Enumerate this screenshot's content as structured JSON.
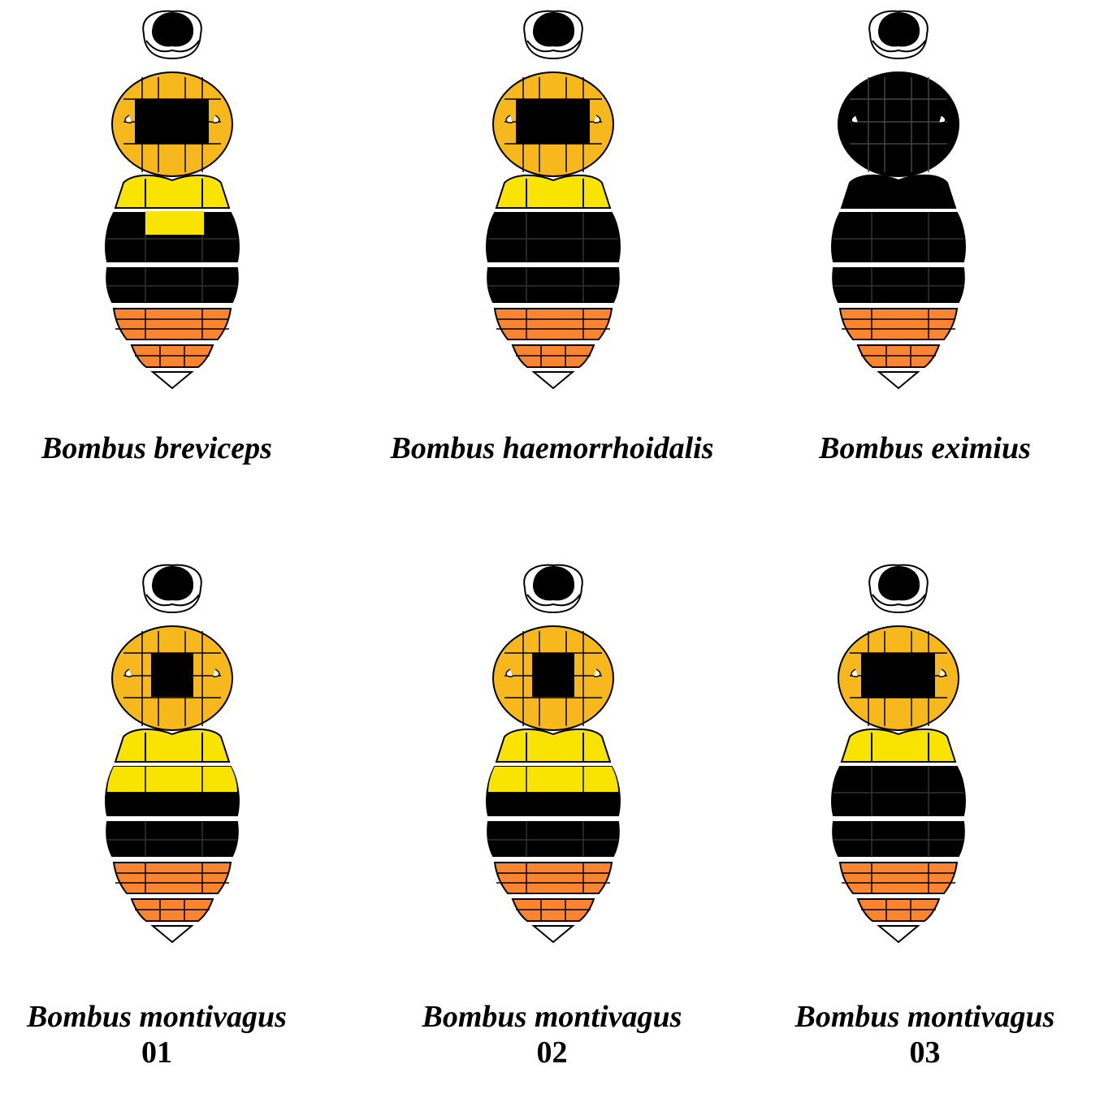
{
  "colors": {
    "yellow": "#F9E300",
    "golden": "#F6B81C",
    "orange": "#F98530",
    "black": "#000000",
    "white": "#FFFFFF"
  },
  "bees": [
    {
      "name": "Bombus breviceps",
      "number": "",
      "thorax": "golden",
      "scutum_patch": "wide",
      "thorax_dark": false,
      "t1": "yellow",
      "t2": [
        "black",
        "black"
      ],
      "t2_patch": true,
      "t3": [
        "black",
        "black"
      ],
      "t4": "orange",
      "t5": "orange",
      "tip": "white"
    },
    {
      "name": "Bombus haemorrhoidalis",
      "number": "",
      "thorax": "golden",
      "scutum_patch": "wide",
      "thorax_dark": false,
      "t1": "yellow",
      "t2": [
        "black",
        "black"
      ],
      "t2_patch": false,
      "t3": [
        "black",
        "black"
      ],
      "t4": "orange",
      "t5": "orange",
      "tip": "white"
    },
    {
      "name": "Bombus eximius",
      "number": "",
      "thorax": "black",
      "scutum_patch": "none",
      "thorax_dark": true,
      "t1": "black",
      "t2": [
        "black",
        "black"
      ],
      "t2_patch": false,
      "t3": [
        "black",
        "black"
      ],
      "t4": "orange",
      "t5": "orange",
      "tip": "white"
    },
    {
      "name": "Bombus montivagus",
      "number": "01",
      "thorax": "golden",
      "scutum_patch": "small",
      "thorax_dark": false,
      "t1": "yellow",
      "t2": [
        "yellow",
        "black"
      ],
      "t2_patch": false,
      "t3": [
        "black",
        "black"
      ],
      "t4": "orange",
      "t5": "orange",
      "tip": "white"
    },
    {
      "name": "Bombus montivagus",
      "number": "02",
      "thorax": "golden",
      "scutum_patch": "small",
      "thorax_dark": false,
      "t1": "yellow",
      "t2": [
        "yellow",
        "black"
      ],
      "t2_patch": false,
      "t3": [
        "black",
        "black"
      ],
      "t4": "orange",
      "t5": "orange",
      "tip": "white"
    },
    {
      "name": "Bombus montivagus",
      "number": "03",
      "thorax": "golden",
      "scutum_patch": "wide",
      "thorax_dark": false,
      "t1": "yellow",
      "t2": [
        "black",
        "black"
      ],
      "t2_patch": false,
      "t3": [
        "black",
        "black"
      ],
      "t4": "orange",
      "t5": "orange",
      "tip": "white"
    }
  ]
}
